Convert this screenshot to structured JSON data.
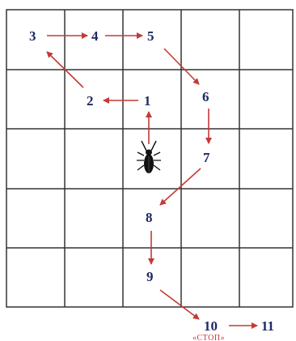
{
  "labels": [
    "1",
    "2",
    "3",
    "4",
    "5",
    "6",
    "7",
    "8",
    "9",
    "10",
    "11"
  ],
  "stop_text": "«СТОП»",
  "colors": {
    "grid": "#333333",
    "arrow": "#c43a36",
    "number": "#1f2a63",
    "bug": "#111111"
  },
  "route": [
    [
      1,
      2
    ],
    [
      2,
      3
    ],
    [
      3,
      4
    ],
    [
      4,
      5
    ],
    [
      5,
      6
    ],
    [
      6,
      7
    ],
    [
      7,
      8
    ],
    [
      8,
      9
    ],
    [
      9,
      10
    ],
    [
      10,
      11
    ]
  ]
}
